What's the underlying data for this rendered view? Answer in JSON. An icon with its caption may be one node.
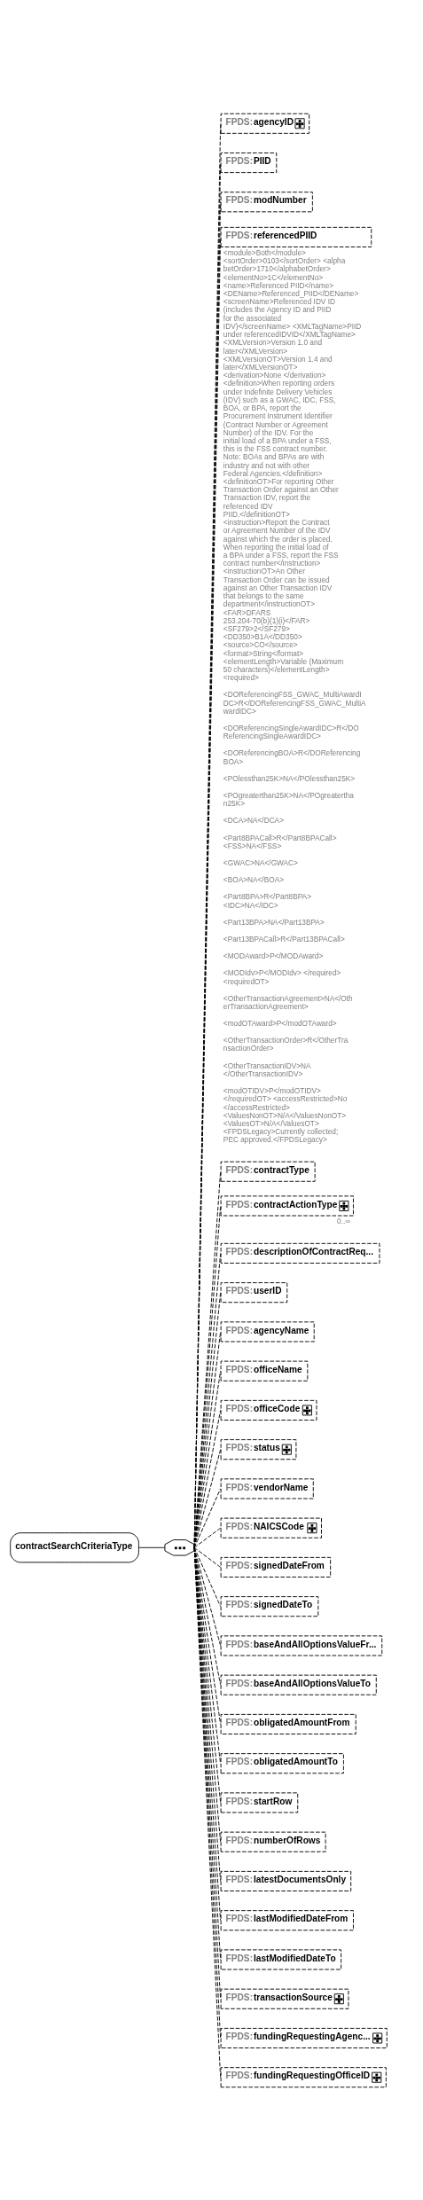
{
  "diagram": {
    "nodes": [
      {
        "text": [
          "contractSearchCriteriaType"
        ]
      },
      {
        "text": [],
        "shape": "octagon"
      },
      {
        "text": [
          "FPDS:agencyID"
        ]
      },
      {
        "text": [
          "FPDS:PIID"
        ]
      },
      {
        "text": [
          "FPDS:modNumber"
        ]
      },
      {
        "text": [
          "FPDS:referencedPIID"
        ],
        "beside": [
          "<module>Both</module> <sortOrder>0103</sortOrder> <alphabetOrder>1710</alphabetOrder> <elementNo>1C</elementNo> <name>Referenced PIID</name> <DEName>Referenced_PIID</DEName> <screenName>Referenced IDV ID (includes the Agency ID and PIID for the associated IDV)</screenName> <XMLTagName>PIID under referencedIDVID</XMLTagName> <XMLVersion>Version 1.0 and later</XMLVersion> <XMLVersionOT>Version 1.4 and later</XMLVersionOT> <derivation>None </derivation> <definition>When reporting orders under Indefinite Delivery Vehicles (IDV) such as a GWAC, IDC, FSS, BOA, or BPA, report the Procurement Instrument Identifier (Contract Number or Agreement Number) of the IDV. For the initial load of a BPA under a FSS, this is the FSS contract number. Note: BOAs and BPAs are with industry and not with other Federal Agencies.</definition> <definitionOT>For reporting Other Transaction Order against an Other Transaction IDV, report the referenced IDV PIID.</definitionOT> <instruction>Report the Contract or Agreement Number of the IDV against which the order is placed. When reporting the initial load of a BPA under a FSS, report the FSS contract number</instruction> <instructionOT>An Other Transaction Order can be issued against an Other Transaction IDV that belongs to the same department</instructionOT> <FAR>DFARS 253.204-70(b)(1)(i)</FAR> <SF279>2</SF279> <DD350>B1A</DD350> <source>CO</source> <format>String</format> <elementLength>Variable (Maximum 50 characters)</elementLength> <required>",
          "<DOReferencingFSS_GWAC_MultiAwardIDC>R</DOReferencingFSS_GWAC_MultiAwardIDC>",
          "<DOReferencingSingleAwardIDC>R</DOReferencingSingleAwardIDC>",
          "<DOReferencingBOA>R</DOReferencingBOA>",
          "<POlessthan25K>NA</POlessthan25K>",
          "<POgreaterthan25K>NA</POgreaterthan25K>",
          "<DCA>NA</DCA>",
          "<Part8BPACall>R</Part8BPACall> <FSS>NA</FSS>",
          "<GWAC>NA</GWAC>",
          "<BOA>NA</BOA>",
          "<Part8BPA>R</Part8BPA> <IDC>NA</IDC>",
          "<Part13BPA>NA</Part13BPA>",
          "<Part13BPACall>R</Part13BPACall>",
          "<MODAward>P</MODAward>",
          "<MODIdv>P</MODIdv> </required> <requiredOT>",
          "<OtherTransactionAgreement>NA</OtherTransactionAgreement>",
          "<modOTAward>P</modOTAward>",
          "<OtherTransactionOrder>R</OtherTransactionOrder>",
          "<OtherTransactionIDV>NA </OtherTransactionIDV>",
          "<modOTIDV>P</modOTIDV> </requiredOT> <accessRestricted>No</accessRestricted> <ValuesNonOT>N/A</ValuesNonOT> <ValuesOT>N/A</ValuesOT> <FPDSLegacy>Currently collected; PEC approved.</FPDSLegacy>"
        ]
      },
      {
        "text": [
          "FPDS:contractType"
        ]
      },
      {
        "text": [
          "FPDS:contractActionType"
        ],
        "beside": [
          "0..∞"
        ]
      },
      {
        "text": [
          "FPDS:descriptionOfContractReq..."
        ]
      },
      {
        "text": [
          "FPDS:userID"
        ]
      },
      {
        "text": [
          "FPDS:agencyName"
        ]
      },
      {
        "text": [
          "FPDS:officeName"
        ]
      },
      {
        "text": [
          "FPDS:officeCode"
        ]
      },
      {
        "text": [
          "FPDS:status"
        ]
      },
      {
        "text": [
          "FPDS:vendorName"
        ]
      },
      {
        "text": [
          "FPDS:NAICSCode"
        ]
      },
      {
        "text": [
          "FPDS:signedDateFrom"
        ]
      },
      {
        "text": [
          "FPDS:signedDateTo"
        ]
      },
      {
        "text": [
          "FPDS:baseAndAllOptionsValueFr..."
        ]
      },
      {
        "text": [
          "FPDS:baseAndAllOptionsValueTo"
        ]
      },
      {
        "text": [
          "FPDS:obligatedAmountFrom"
        ]
      },
      {
        "text": [
          "FPDS:obligatedAmountTo"
        ]
      },
      {
        "text": [
          "FPDS:startRow"
        ]
      },
      {
        "text": [
          "FPDS:numberOfRows"
        ]
      },
      {
        "text": [
          "FPDS:latestDocumentsOnly"
        ]
      },
      {
        "text": [
          "FPDS:lastModifiedDateFrom"
        ]
      },
      {
        "text": [
          "FPDS:lastModifiedDateTo"
        ]
      },
      {
        "text": [
          "FPDS:transactionSource"
        ]
      },
      {
        "text": [
          "FPDS:fundingRequestingAgenc..."
        ]
      },
      {
        "text": [
          "FPDS:fundingRequestingOfficeID"
        ]
      }
    ],
    "edges": [
      {
        "from": 0,
        "to": 1,
        "arrow": "none"
      },
      {
        "from": 1,
        "to": 2,
        "arrow": "none",
        "style": "dashed"
      },
      {
        "from": 1,
        "to": 3,
        "arrow": "none",
        "style": "dashed"
      },
      {
        "from": 1,
        "to": 4,
        "arrow": "none",
        "style": "dashed"
      },
      {
        "from": 1,
        "to": 5,
        "arrow": "none",
        "style": "dashed"
      },
      {
        "from": 1,
        "to": 6,
        "arrow": "none",
        "style": "dashed"
      },
      {
        "from": 1,
        "to": 7,
        "arrow": "none",
        "style": "dashed"
      },
      {
        "from": 1,
        "to": 8,
        "arrow": "none",
        "style": "dashed"
      },
      {
        "from": 1,
        "to": 9,
        "arrow": "none",
        "style": "dashed"
      },
      {
        "from": 1,
        "to": 10,
        "arrow": "none",
        "style": "dashed"
      },
      {
        "from": 1,
        "to": 11,
        "arrow": "none",
        "style": "dashed"
      },
      {
        "from": 1,
        "to": 12,
        "arrow": "none",
        "style": "dashed"
      },
      {
        "from": 1,
        "to": 13,
        "arrow": "none",
        "style": "dashed"
      },
      {
        "from": 1,
        "to": 14,
        "arrow": "none",
        "style": "dashed"
      },
      {
        "from": 1,
        "to": 15,
        "arrow": "none",
        "style": "dashed"
      },
      {
        "from": 1,
        "to": 16,
        "arrow": "none",
        "style": "dashed"
      },
      {
        "from": 1,
        "to": 17,
        "arrow": "none",
        "style": "dashed"
      },
      {
        "from": 1,
        "to": 18,
        "arrow": "none",
        "style": "dashed"
      },
      {
        "from": 1,
        "to": 19,
        "arrow": "none",
        "style": "dashed"
      },
      {
        "from": 1,
        "to": 20,
        "arrow": "none",
        "style": "dashed"
      },
      {
        "from": 1,
        "to": 21,
        "arrow": "none",
        "style": "dashed"
      },
      {
        "from": 1,
        "to": 22,
        "arrow": "none",
        "style": "dashed"
      },
      {
        "from": 1,
        "to": 23,
        "arrow": "none",
        "style": "dashed"
      },
      {
        "from": 1,
        "to": 24,
        "arrow": "none",
        "style": "dashed"
      },
      {
        "from": 1,
        "to": 25,
        "arrow": "none",
        "style": "dashed"
      },
      {
        "from": 1,
        "to": 26,
        "arrow": "none",
        "style": "dashed"
      },
      {
        "from": 1,
        "to": 27,
        "arrow": "none",
        "style": "dashed"
      },
      {
        "from": 1,
        "to": 28,
        "arrow": "none",
        "style": "dashed"
      },
      {
        "from": 1,
        "to": 29,
        "arrow": "none",
        "style": "dashed"
      }
    ]
  }
}
